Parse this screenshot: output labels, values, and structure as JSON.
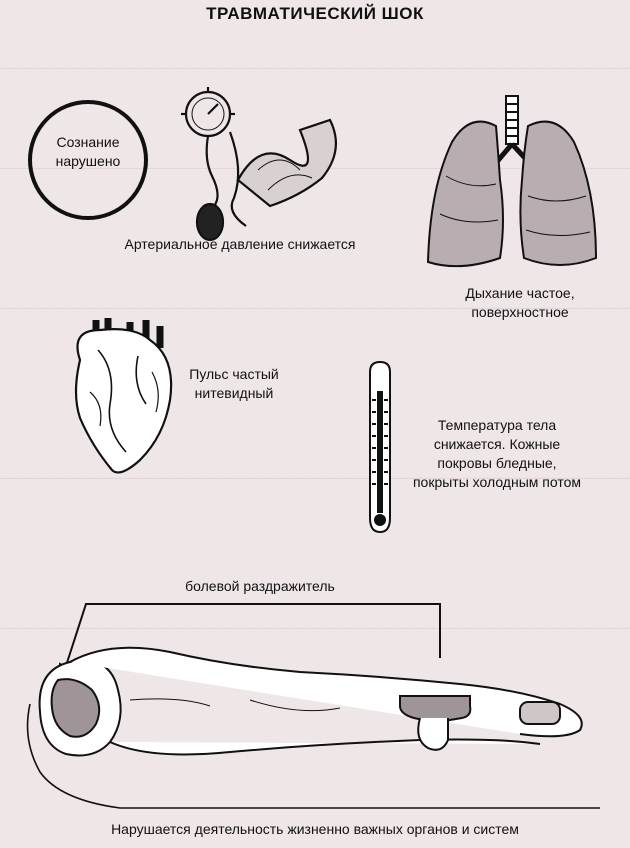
{
  "title": "ТРАВМАТИЧЕСКИЙ ШОК",
  "labels": {
    "consciousness": "Сознание нарушено",
    "pressure": "Артериальное давление снижается",
    "breathing": "Дыхание частое, поверхностное",
    "pulse": "Пульс частый нитевидный",
    "temperature": "Температура тела снижается. Кожные покровы бледные, покрыты холодным потом",
    "stimulus": "болевой раздражитель",
    "organs": "Нарушается деятельность жизненно важных органов и систем"
  },
  "colors": {
    "paper": "#efe6e8",
    "ink": "#111111"
  },
  "icons": [
    "consciousness-circle",
    "tonometer-icon",
    "lungs-icon",
    "heart-icon",
    "thermometer-icon",
    "patient-figure",
    "arrow"
  ]
}
